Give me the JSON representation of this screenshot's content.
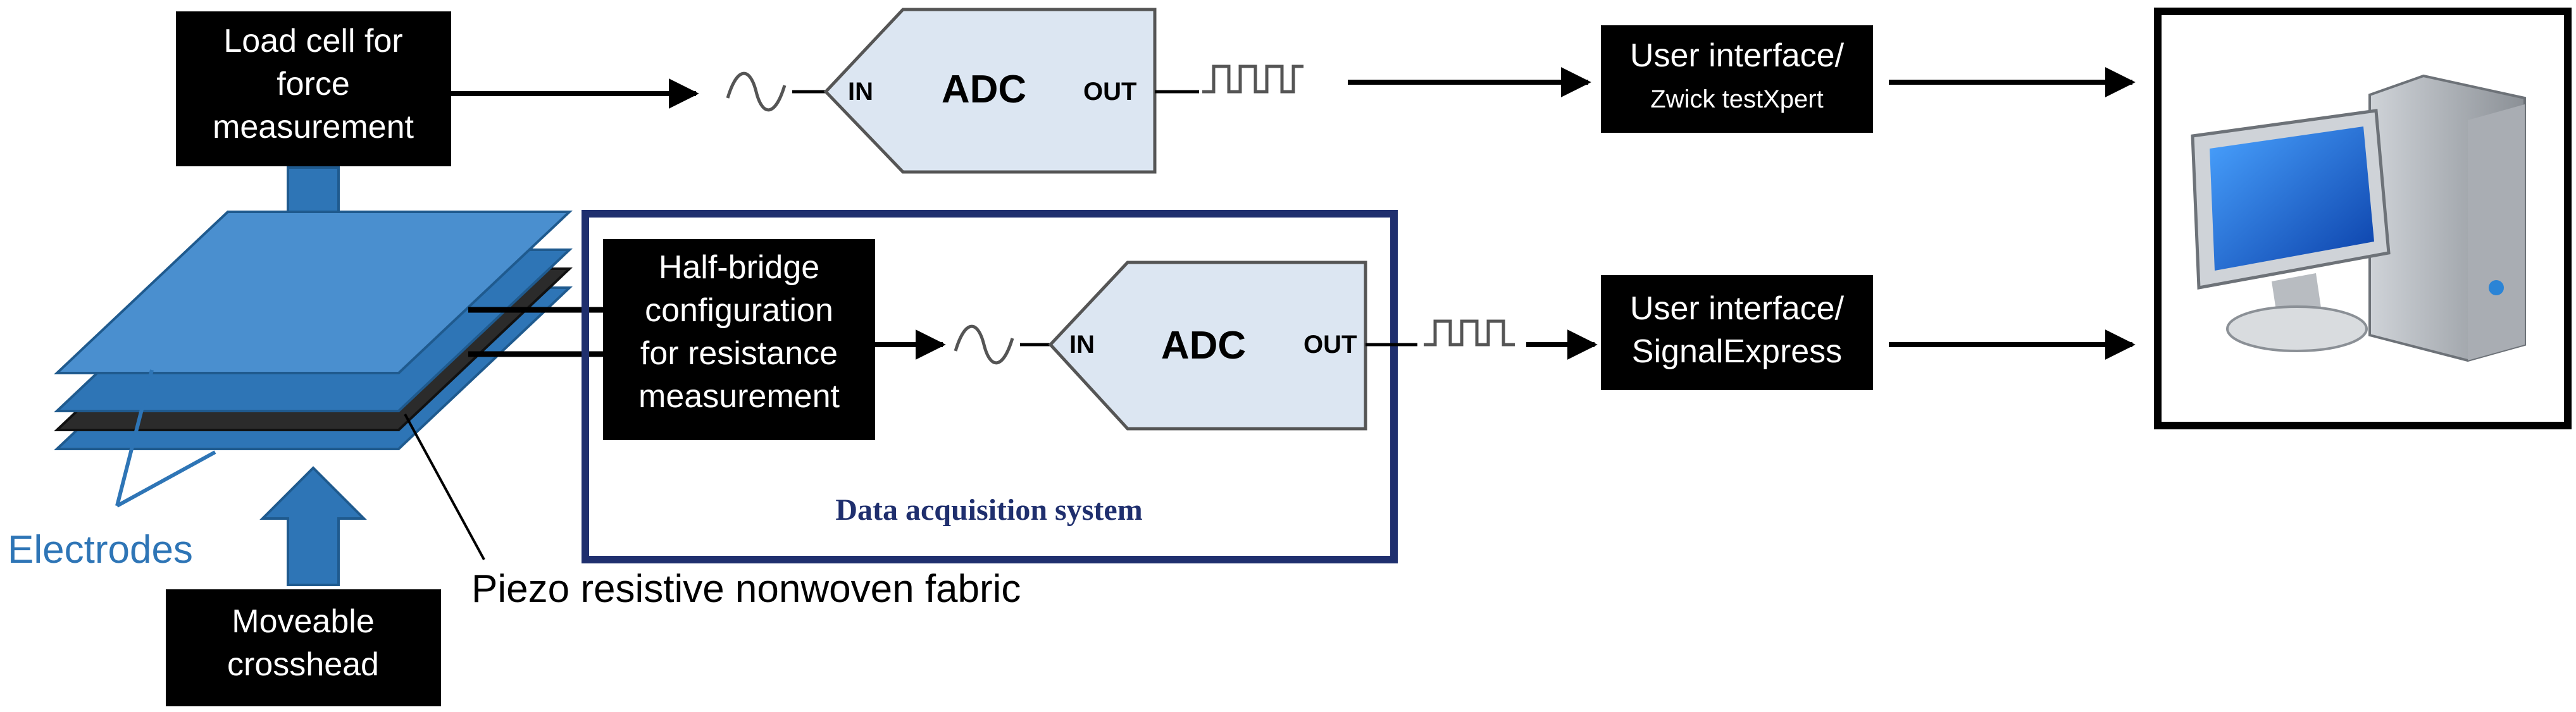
{
  "load_cell": {
    "line1": "Load cell for",
    "line2": "force",
    "line3": "measurement"
  },
  "half_bridge": {
    "line1": "Half-bridge",
    "line2": "configuration",
    "line3": "for resistance",
    "line4": "measurement"
  },
  "adc_top": {
    "label": "ADC",
    "in": "IN",
    "out": "OUT"
  },
  "adc_bottom": {
    "label": "ADC",
    "in": "IN",
    "out": "OUT"
  },
  "ui_top": {
    "line1": "User interface/",
    "line2": "Zwick testXpert"
  },
  "ui_bottom": {
    "line1": "User interface/",
    "line2": "SignalExpress"
  },
  "crosshead": {
    "line1": "Moveable",
    "line2": "crosshead"
  },
  "daq_label": "Data acquisition system",
  "electrodes_label": "Electrodes",
  "fabric_label": "Piezo resistive nonwoven fabric",
  "colors": {
    "box": "#000000",
    "adc_fill": "#dce6f2",
    "sheet": "#2e75b6",
    "arrow_blue": "#2e75b6",
    "daq_border": "#1f2f6e"
  },
  "icons": {
    "computer": "desktop-computer-icon",
    "analog": "sine-wave-icon",
    "digital": "square-wave-icon"
  }
}
